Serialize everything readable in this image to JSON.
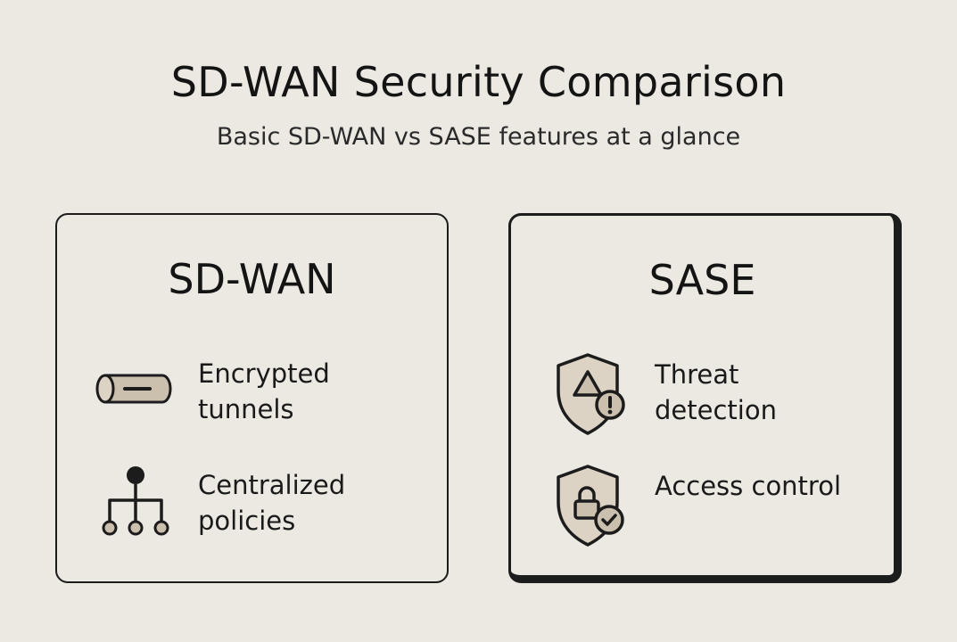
{
  "header": {
    "title": "SD-WAN Security Comparison",
    "subtitle": "Basic SD-WAN vs SASE features at a glance"
  },
  "cards": [
    {
      "title": "SD-WAN",
      "features": [
        {
          "icon": "tunnel-icon",
          "label": "Encrypted tunnels"
        },
        {
          "icon": "network-hierarchy-icon",
          "label": "Centralized policies"
        }
      ]
    },
    {
      "title": "SASE",
      "features": [
        {
          "icon": "shield-warning-icon",
          "label": "Threat detection"
        },
        {
          "icon": "shield-lock-check-icon",
          "label": "Access control"
        }
      ]
    }
  ],
  "colors": {
    "background": "#ece8e2",
    "ink": "#1c1c1c",
    "icon_fill": "#cbbfae"
  }
}
